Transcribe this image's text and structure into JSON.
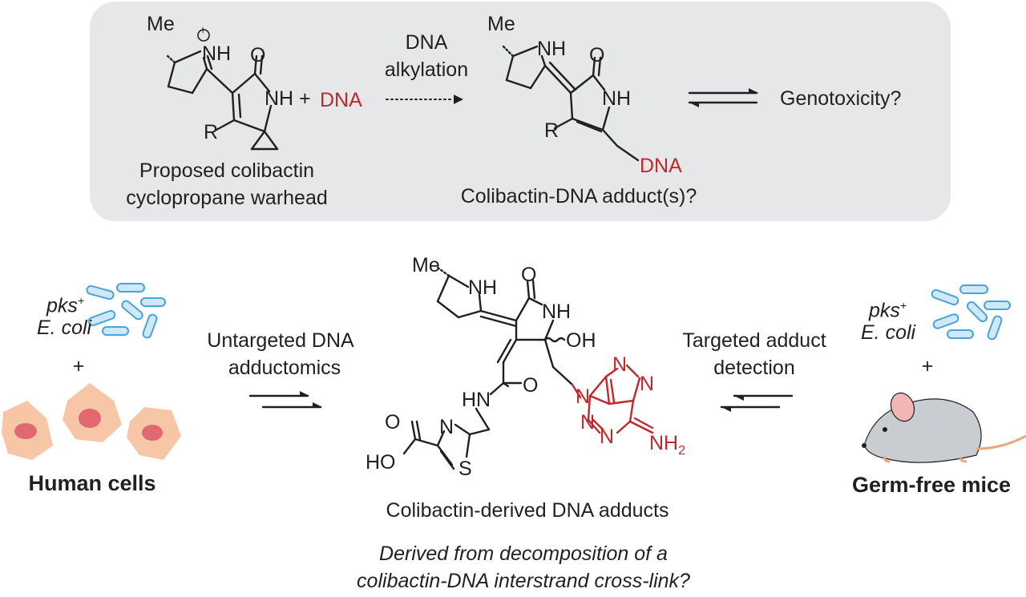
{
  "top_panel": {
    "warhead_line1": "Proposed colibactin",
    "warhead_line2": "cyclopropane warhead",
    "plus": "+",
    "dna": "DNA",
    "step_line1": "DNA",
    "step_line2": "alkylation",
    "adduct_label": "Colibactin-DNA adduct(s)?",
    "outcome": "Genotoxicity?",
    "atoms": {
      "me": "Me",
      "nh_plus": "NH",
      "charge": "+",
      "o": "O",
      "nh": "NH",
      "r": "R",
      "dna": "DNA"
    }
  },
  "left_panel": {
    "strain_line1": "pks",
    "strain_sup": "+",
    "strain_line2": "E. coli",
    "plus": "+",
    "target": "Human cells",
    "method_line1": "Untargeted DNA",
    "method_line2": "adductomics"
  },
  "right_panel": {
    "strain_line1": "pks",
    "strain_sup": "+",
    "strain_line2": "E. coli",
    "plus": "+",
    "target": "Germ-free mice",
    "method_line1": "Targeted adduct",
    "method_line2": "detection"
  },
  "center": {
    "product_label": "Colibactin-derived DNA adducts",
    "question_line1": "Derived from decomposition of a",
    "question_line2": "colibactin-DNA interstrand cross-link?",
    "atoms": {
      "me": "Me",
      "nh1": "NH",
      "o1": "O",
      "nh2": "NH",
      "oh": "OH",
      "hn": "HN",
      "o2": "O",
      "o3": "O",
      "ho": "HO",
      "n_thz": "N",
      "s": "S",
      "n7": "N",
      "n9": "N",
      "n3": "N",
      "n1": "N",
      "n_top": "N",
      "nh2_sub": "2"
    }
  },
  "colors": {
    "highlight": "#c1272d",
    "panel": "#e6e7e8",
    "bacteria": "#cfe8f7",
    "bacteria_stroke": "#4aa3d8",
    "cell": "#f7c6a6",
    "nucleus": "#e06870",
    "mouse": "#c9ccd1"
  }
}
